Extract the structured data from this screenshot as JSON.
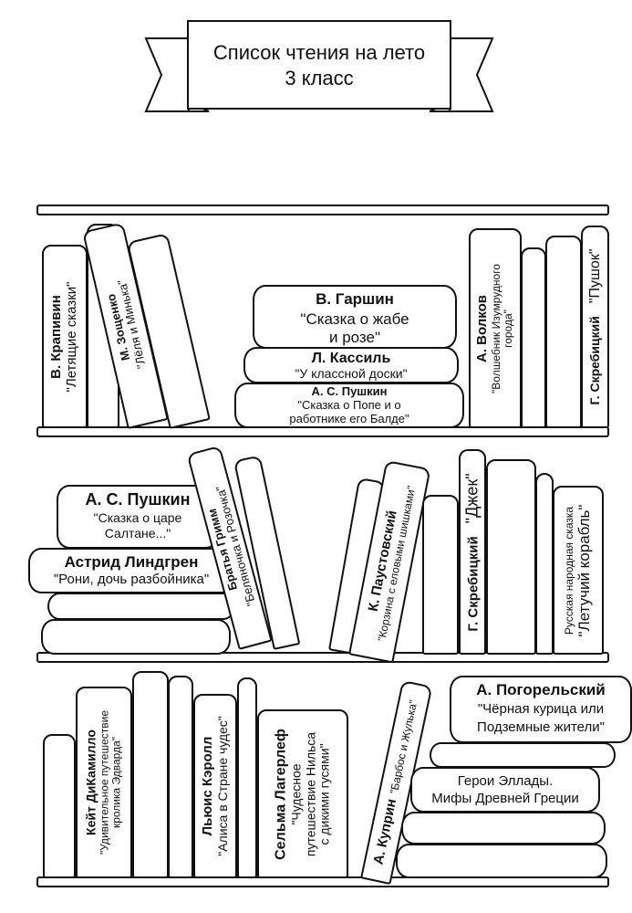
{
  "header": {
    "title_line1": "Список чтения на лето",
    "title_line2": "3 класс"
  },
  "shelves": [
    {
      "books": [
        {
          "author": "В. Крапивин",
          "title": "\"Летящие сказки\""
        },
        {
          "author": "М. Зощенко",
          "title": "\"Лёля и Минька\""
        },
        {
          "author": "В. Гаршин",
          "title": "\"Сказка о жабе и розе\""
        },
        {
          "author": "Л. Кассиль",
          "title": "\"У классной доски\""
        },
        {
          "author": "А. С. Пушкин",
          "title": "\"Сказка о Попе и о работнике его Балде\""
        },
        {
          "author": "А. Волков",
          "title": "\"Волшебник Изумрудного города\""
        },
        {
          "author": "Г. Скребицкий",
          "title": "\"Пушок\""
        }
      ]
    },
    {
      "books": [
        {
          "author": "А. С. Пушкин",
          "title": "\"Сказка о царе Салтане...\""
        },
        {
          "author": "Астрид Линдгрен",
          "title": "\"Рони, дочь разбойника\""
        },
        {
          "author": "Братья Гримм",
          "title": "\"Беляночка и Розочка\""
        },
        {
          "author": "К. Паустовский",
          "title": "\"Корзина с еловыми шишками\""
        },
        {
          "author": "Г. Скребицкий",
          "title": "\"Джек\""
        },
        {
          "author": "Русская народная сказка",
          "title": "\"Летучий корабль\""
        }
      ]
    },
    {
      "books": [
        {
          "author": "Кейт ДиКамилло",
          "title": "\"Удивительное путешествие кролика Эдварда\""
        },
        {
          "author": "Льюис Кэролл",
          "title": "\"Алиса в Стране чудес\""
        },
        {
          "author": "Сельма Лагерлеф",
          "title": "\"Чудесное путешествие Нильса с дикими гусями\""
        },
        {
          "author": "А. Куприн",
          "title": "\"Барбос и Жулька\""
        },
        {
          "author": "А. Погорельский",
          "title": "\"Чёрная курица или Подземные жители\""
        },
        {
          "author": "",
          "title": "Герои Эллады. Мифы Древней Греции"
        }
      ]
    }
  ],
  "display": {
    "garshin_title_l1": "\"Сказка о жабе",
    "garshin_title_l2": "и розе\"",
    "pushkin_pope_l1": "\"Сказка о Попе и о",
    "pushkin_pope_l2": "работнике его Балде\"",
    "volkov_l1": "\"Волшебник Изумрудного",
    "volkov_l2": "города\"",
    "saltan_l1": "\"Сказка о царе",
    "saltan_l2": "Салтане...\"",
    "dicamillo_l1": "\"Удивительное путешествие",
    "dicamillo_l2": "кролика Эдварда\"",
    "nils_l1": "\"Чудесное",
    "nils_l2": "путешествие Нильса",
    "nils_l3": "с дикими гусями\"",
    "pogorelsky_l1": "\"Чёрная курица или",
    "pogorelsky_l2": "Подземные жители\"",
    "myths_l1": "Герои Эллады.",
    "myths_l2": "Мифы Древней Греции"
  }
}
